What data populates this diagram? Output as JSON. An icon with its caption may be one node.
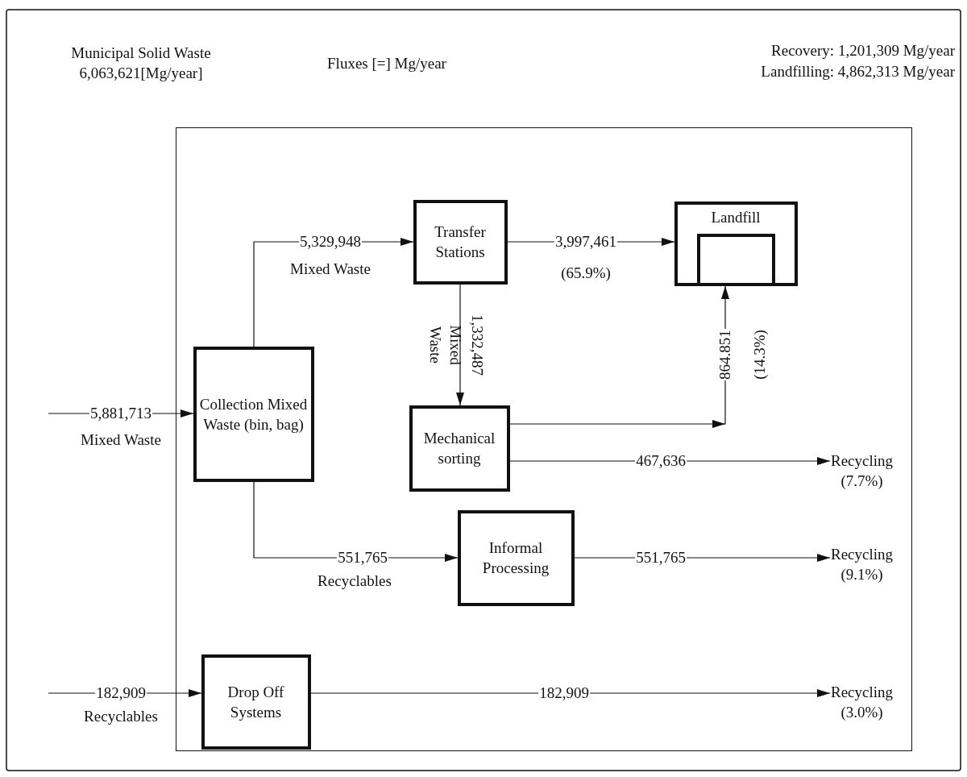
{
  "diagram": {
    "nodes": [
      {
        "text": [],
        "shape": "box"
      },
      {
        "text": [
          "Collection Mixed Waste (bin, bag)"
        ],
        "in": 0
      },
      {
        "text": [
          "Transfer Stations"
        ],
        "in": 0
      },
      {
        "text": [
          "Landfill"
        ],
        "in": 0
      },
      {
        "text": [],
        "shape": "box",
        "in": 3
      },
      {
        "text": [
          "Mechanical sorting"
        ],
        "in": 0
      },
      {
        "text": [
          "Informal Processing"
        ],
        "in": 0
      },
      {
        "text": [
          "Drop Off Systems"
        ],
        "in": 0
      },
      {
        "text": [
          "Recycling (7.7%)"
        ],
        "in": 0
      },
      {
        "text": [
          "Recycling (9.1%)"
        ],
        "in": 0
      },
      {
        "text": [
          "Recycling (3.0%)"
        ],
        "in": 0
      }
    ],
    "edges": [
      {
        "from": null,
        "to": 1,
        "arrow": "to",
        "label": "5,881,713"
      },
      {
        "from": 1,
        "to": 2,
        "arrow": "to",
        "label": "5,329,948"
      },
      {
        "from": 2,
        "to": 3,
        "arrow": "to",
        "label": "3,997,461"
      },
      {
        "from": 2,
        "to": 5,
        "arrow": "to",
        "label": "1,332,487"
      },
      {
        "from": 5,
        "to": 4,
        "arrow": "to",
        "label": "864.851"
      },
      {
        "from": 5,
        "to": 8,
        "arrow": "to",
        "label": "467,636"
      },
      {
        "from": 1,
        "to": 6,
        "arrow": "to",
        "label": "551,765"
      },
      {
        "from": 6,
        "to": 9,
        "arrow": "to",
        "label": "551,765"
      },
      {
        "from": 7,
        "to": 10,
        "arrow": "to",
        "label": "182,909"
      },
      {
        "from": null,
        "to": 7,
        "arrow": "to",
        "label": "182,909"
      }
    ],
    "labels": [
      "Municipal Solid Waste 6,063,621[Mg/year]",
      "Fluxes [=] Mg/year",
      "Recovery: 1,201,309 Mg/year",
      "Landfilling: 4,862,313 Mg/year",
      "Mixed Waste",
      "(65.9%)",
      "Mixed Waste",
      "(14.3%)",
      "Mixed Waste",
      "Recyclables",
      "Recyclables"
    ]
  }
}
